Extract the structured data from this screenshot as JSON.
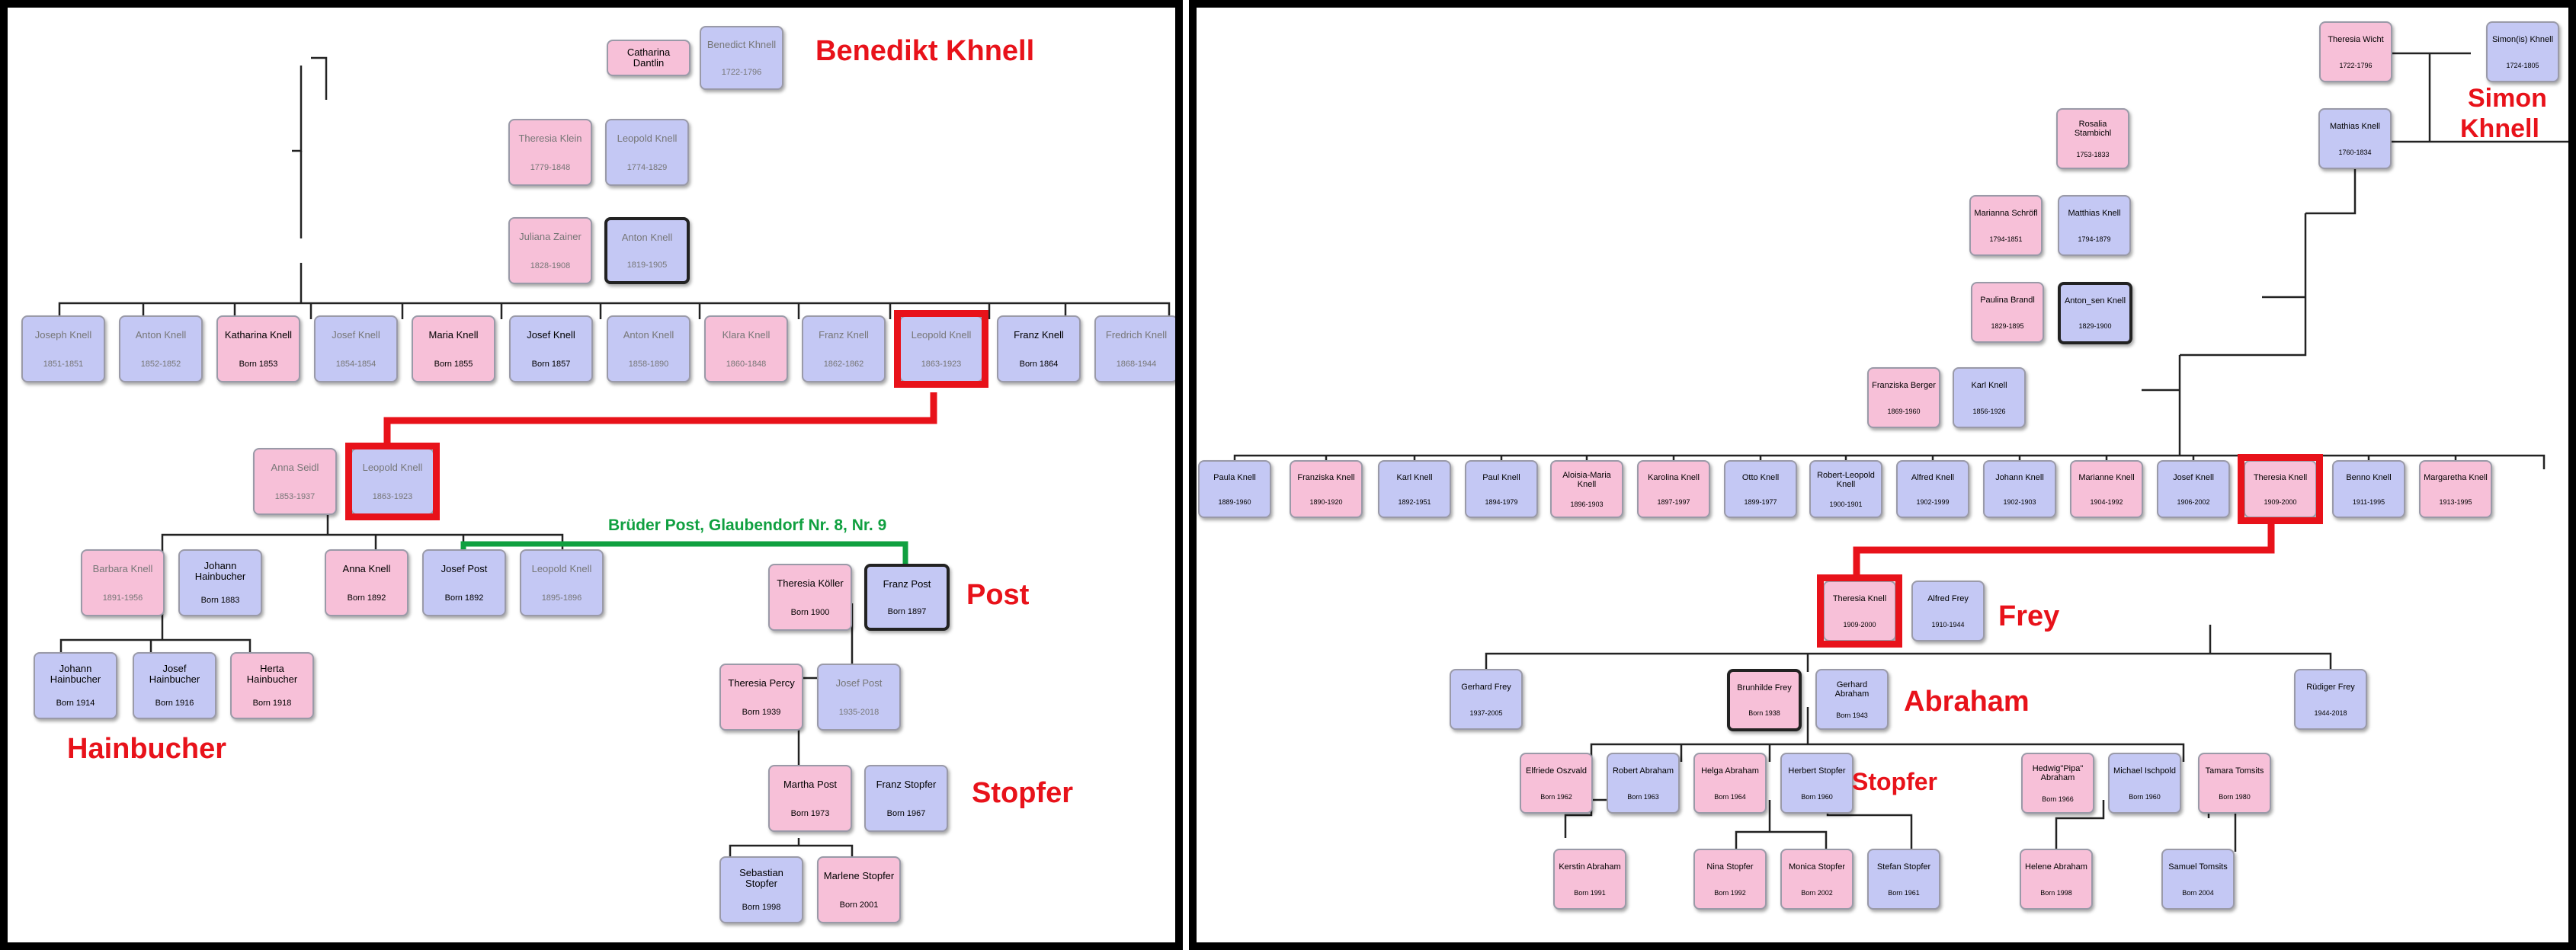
{
  "colors": {
    "female": "#f7c0d8",
    "male": "#c4c8f4",
    "highlight": "#e8121a",
    "note": "#10a040"
  },
  "left": {
    "family_labels": {
      "khnell": "Benedikt Khnell",
      "post": "Post",
      "hainbucher": "Hainbucher",
      "stopfer": "Stopfer"
    },
    "note": "Brüder Post, Glaubendorf Nr. 8, Nr. 9",
    "people": [
      {
        "name": "Catharina Dantlin",
        "dates": ""
      },
      {
        "name": "Benedict Khnell",
        "dates": "1722-1796"
      },
      {
        "name": "Theresia Klein",
        "dates": "1779-1848"
      },
      {
        "name": "Leopold Knell",
        "dates": "1774-1829"
      },
      {
        "name": "Juliana Zainer",
        "dates": "1828-1908"
      },
      {
        "name": "Anton Knell",
        "dates": "1819-1905"
      },
      {
        "name": "Joseph Knell",
        "dates": "1851-1851"
      },
      {
        "name": "Anton Knell",
        "dates": "1852-1852"
      },
      {
        "name": "Katharina Knell",
        "dates": "Born 1853"
      },
      {
        "name": "Josef Knell",
        "dates": "1854-1854"
      },
      {
        "name": "Maria Knell",
        "dates": "Born 1855"
      },
      {
        "name": "Josef Knell",
        "dates": "Born 1857"
      },
      {
        "name": "Anton Knell",
        "dates": "1858-1890"
      },
      {
        "name": "Klara Knell",
        "dates": "1860-1848"
      },
      {
        "name": "Franz Knell",
        "dates": "1862-1862"
      },
      {
        "name": "Leopold Knell",
        "dates": "1863-1923"
      },
      {
        "name": "Franz Knell",
        "dates": "Born 1864"
      },
      {
        "name": "Fredrich Knell",
        "dates": "1868-1944"
      },
      {
        "name": "Anna Seidl",
        "dates": "1853-1937"
      },
      {
        "name": "Leopold Knell",
        "dates": "1863-1923"
      },
      {
        "name": "Barbara Knell",
        "dates": "1891-1956"
      },
      {
        "name": "Johann Hainbucher",
        "dates": "Born 1883"
      },
      {
        "name": "Anna Knell",
        "dates": "Born 1892"
      },
      {
        "name": "Josef Post",
        "dates": "Born 1892"
      },
      {
        "name": "Leopold Knell",
        "dates": "1895-1896"
      },
      {
        "name": "Johann Hainbucher",
        "dates": "Born 1914"
      },
      {
        "name": "Josef Hainbucher",
        "dates": "Born 1916"
      },
      {
        "name": "Herta Hainbucher",
        "dates": "Born 1918"
      },
      {
        "name": "Theresia Köller",
        "dates": "Born 1900"
      },
      {
        "name": "Franz Post",
        "dates": "Born 1897"
      },
      {
        "name": "Theresia Percy",
        "dates": "Born 1939"
      },
      {
        "name": "Josef Post",
        "dates": "1935-2018"
      },
      {
        "name": "Martha Post",
        "dates": "Born 1973"
      },
      {
        "name": "Franz Stopfer",
        "dates": "Born 1967"
      },
      {
        "name": "Sebastian Stopfer",
        "dates": "Born 1998"
      },
      {
        "name": "Marlene Stopfer",
        "dates": "Born 2001"
      }
    ]
  },
  "right": {
    "family_labels": {
      "simon1": "Simon",
      "simon2": "Khnell",
      "frey": "Frey",
      "abraham": "Abraham",
      "stopfer": "Stopfer"
    },
    "people": [
      {
        "name": "Theresia Wicht",
        "dates": "1722-1796"
      },
      {
        "name": "Simon(is) Khnell",
        "dates": "1724-1805"
      },
      {
        "name": "Rosalia Stambichl",
        "dates": "1753-1833"
      },
      {
        "name": "Mathias Knell",
        "dates": "1760-1834"
      },
      {
        "name": "Marianna Schröfl",
        "dates": "1794-1851"
      },
      {
        "name": "Matthias Knell",
        "dates": "1794-1879"
      },
      {
        "name": "Paulina Brandl",
        "dates": "1829-1895"
      },
      {
        "name": "Anton_sen Knell",
        "dates": "1829-1900"
      },
      {
        "name": "Franziska Berger",
        "dates": "1869-1960"
      },
      {
        "name": "Karl Knell",
        "dates": "1856-1926"
      },
      {
        "name": "Paula Knell",
        "dates": "1889-1960"
      },
      {
        "name": "Franziska Knell",
        "dates": "1890-1920"
      },
      {
        "name": "Karl Knell",
        "dates": "1892-1951"
      },
      {
        "name": "Paul Knell",
        "dates": "1894-1979"
      },
      {
        "name": "Aloisia-Maria Knell",
        "dates": "1896-1903"
      },
      {
        "name": "Karolina Knell",
        "dates": "1897-1997"
      },
      {
        "name": "Otto Knell",
        "dates": "1899-1977"
      },
      {
        "name": "Robert-Leopold Knell",
        "dates": "1900-1901"
      },
      {
        "name": "Alfred Knell",
        "dates": "1902-1999"
      },
      {
        "name": "Johann Knell",
        "dates": "1902-1903"
      },
      {
        "name": "Marianne Knell",
        "dates": "1904-1992"
      },
      {
        "name": "Josef Knell",
        "dates": "1906-2002"
      },
      {
        "name": "Theresia Knell",
        "dates": "1909-2000"
      },
      {
        "name": "Benno Knell",
        "dates": "1911-1995"
      },
      {
        "name": "Margaretha Knell",
        "dates": "1913-1995"
      },
      {
        "name": "Theresia Knell",
        "dates": "1909-2000"
      },
      {
        "name": "Alfred Frey",
        "dates": "1910-1944"
      },
      {
        "name": "Gerhard Frey",
        "dates": "1937-2005"
      },
      {
        "name": "Brunhilde Frey",
        "dates": "Born 1938"
      },
      {
        "name": "Gerhard Abraham",
        "dates": "Born 1943"
      },
      {
        "name": "Rüdiger Frey",
        "dates": "1944-2018"
      },
      {
        "name": "Elfriede Oszvald",
        "dates": "Born 1962"
      },
      {
        "name": "Robert Abraham",
        "dates": "Born 1963"
      },
      {
        "name": "Helga Abraham",
        "dates": "Born 1964"
      },
      {
        "name": "Herbert Stopfer",
        "dates": "Born 1960"
      },
      {
        "name": "Hedwig\"Pipa\" Abraham",
        "dates": "Born 1966"
      },
      {
        "name": "Michael Ischpold",
        "dates": "Born 1960"
      },
      {
        "name": "Tamara Tomsits",
        "dates": "Born 1980"
      },
      {
        "name": "Kerstin Abraham",
        "dates": "Born 1991"
      },
      {
        "name": "Nina Stopfer",
        "dates": "Born 1992"
      },
      {
        "name": "Monica Stopfer",
        "dates": "Born 2002"
      },
      {
        "name": "Stefan Stopfer",
        "dates": "Born 1961"
      },
      {
        "name": "Helene Abraham",
        "dates": "Born 1998"
      },
      {
        "name": "Samuel Tomsits",
        "dates": "Born 2004"
      }
    ]
  }
}
